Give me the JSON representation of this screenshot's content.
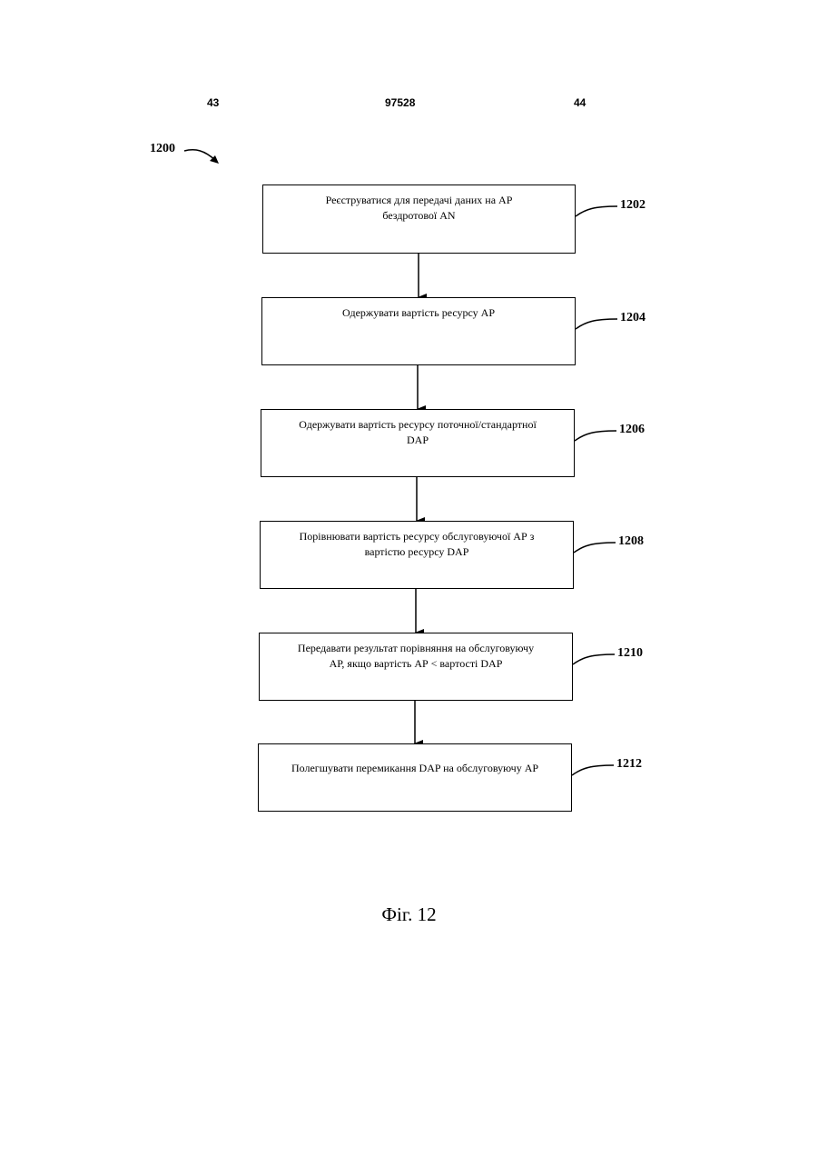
{
  "header": {
    "left_page": "43",
    "patent_number": "97528",
    "right_page": "44"
  },
  "figure_ref": "1200",
  "steps": [
    {
      "ref": "1202",
      "lines": [
        "Реєструватися для передачі даних на АР",
        "бездротової AN"
      ]
    },
    {
      "ref": "1204",
      "lines": [
        "Одержувати вартість ресурсу АР"
      ]
    },
    {
      "ref": "1206",
      "lines": [
        "Одержувати вартість ресурсу поточної/стандартної",
        "DAP"
      ]
    },
    {
      "ref": "1208",
      "lines": [
        "Порівнювати вартість ресурсу обслуговуючої АР з",
        "вартістю ресурсу DAP"
      ]
    },
    {
      "ref": "1210",
      "lines": [
        "Передавати результат порівняння на обслуговуючу",
        "АР, якщо вартість АР < вартості DAP"
      ]
    },
    {
      "ref": "1212",
      "lines": [
        "Полегшувати перемикання DAP на обслуговуючу АР"
      ]
    }
  ],
  "caption": "Фіг. 12"
}
